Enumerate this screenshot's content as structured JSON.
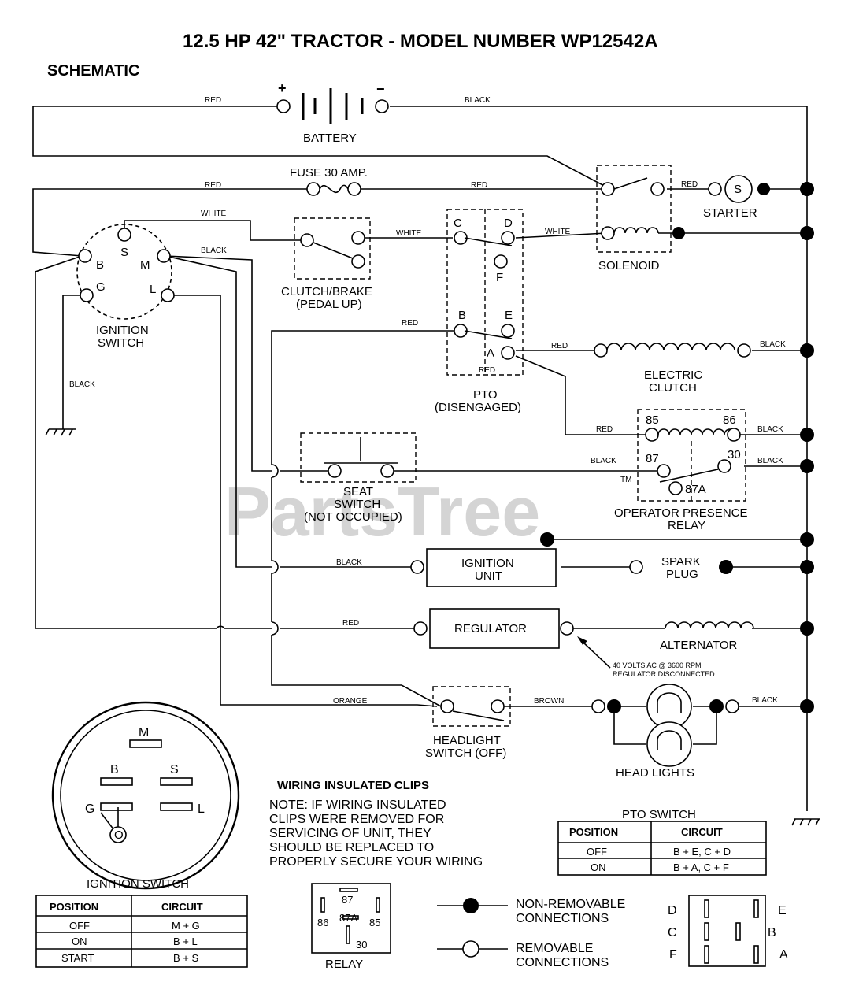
{
  "title": "12.5 HP 42\" TRACTOR - MODEL NUMBER WP12542A",
  "section": "SCHEMATIC",
  "watermark": "PartsTree",
  "watermark_tm": "TM",
  "wires": {
    "red": "RED",
    "black": "BLACK",
    "white": "WHITE",
    "orange": "ORANGE",
    "brown": "BROWN"
  },
  "components": {
    "battery": "BATTERY",
    "battery_plus": "+",
    "battery_minus": "−",
    "fuse": "FUSE 30 AMP.",
    "starter": "STARTER",
    "starter_s": "S",
    "solenoid": "SOLENOID",
    "clutch_brake_1": "CLUTCH/BRAKE",
    "clutch_brake_2": "(PEDAL UP)",
    "ignition_switch_1": "IGNITION",
    "ignition_switch_2": "SWITCH",
    "pto_1": "PTO",
    "pto_2": "(DISENGAGED)",
    "electric_clutch_1": "ELECTRIC",
    "electric_clutch_2": "CLUTCH",
    "seat_switch_1": "SEAT",
    "seat_switch_2": "SWITCH",
    "seat_switch_3": "(NOT OCCUPIED)",
    "opr_1": "OPERATOR PRESENCE",
    "opr_2": "RELAY",
    "ignition_unit_1": "IGNITION",
    "ignition_unit_2": "UNIT",
    "spark_plug_1": "SPARK",
    "spark_plug_2": "PLUG",
    "regulator": "REGULATOR",
    "alternator": "ALTERNATOR",
    "alt_note_1": "40 VOLTS AC @ 3600 RPM",
    "alt_note_2": "REGULATOR DISCONNECTED",
    "headlight_switch_1": "HEADLIGHT",
    "headlight_switch_2": "SWITCH (OFF)",
    "head_lights": "HEAD LIGHTS"
  },
  "terminals": {
    "ign": [
      "B",
      "S",
      "M",
      "G",
      "L"
    ],
    "pto": [
      "C",
      "D",
      "F",
      "B",
      "E",
      "A"
    ],
    "relay": [
      "85",
      "86",
      "87",
      "30",
      "87A"
    ]
  },
  "notes": {
    "heading": "WIRING INSULATED CLIPS",
    "lines": [
      "NOTE: IF WIRING INSULATED",
      "CLIPS WERE REMOVED FOR",
      "SERVICING OF UNIT, THEY",
      "SHOULD BE REPLACED TO",
      "PROPERLY SECURE YOUR WIRING"
    ]
  },
  "ignition_switch_table": {
    "title": "IGNITION SWITCH",
    "headers": [
      "POSITION",
      "CIRCUIT"
    ],
    "rows": [
      [
        "OFF",
        "M + G"
      ],
      [
        "ON",
        "B + L"
      ],
      [
        "START",
        "B + S"
      ]
    ]
  },
  "pto_switch_table": {
    "title": "PTO SWITCH",
    "headers": [
      "POSITION",
      "CIRCUIT"
    ],
    "rows": [
      [
        "OFF",
        "B + E, C + D"
      ],
      [
        "ON",
        "B + A, C + F"
      ]
    ]
  },
  "relay_detail": {
    "label": "RELAY",
    "pins": [
      "87",
      "86",
      "87A",
      "85",
      "30"
    ]
  },
  "legend": {
    "non_removable_1": "NON-REMOVABLE",
    "non_removable_2": "CONNECTIONS",
    "removable_1": "REMOVABLE",
    "removable_2": "CONNECTIONS"
  },
  "pto_detail_labels": [
    "D",
    "C",
    "F",
    "E",
    "B",
    "A"
  ],
  "ign_detail_labels": [
    "M",
    "B",
    "S",
    "G",
    "L"
  ]
}
